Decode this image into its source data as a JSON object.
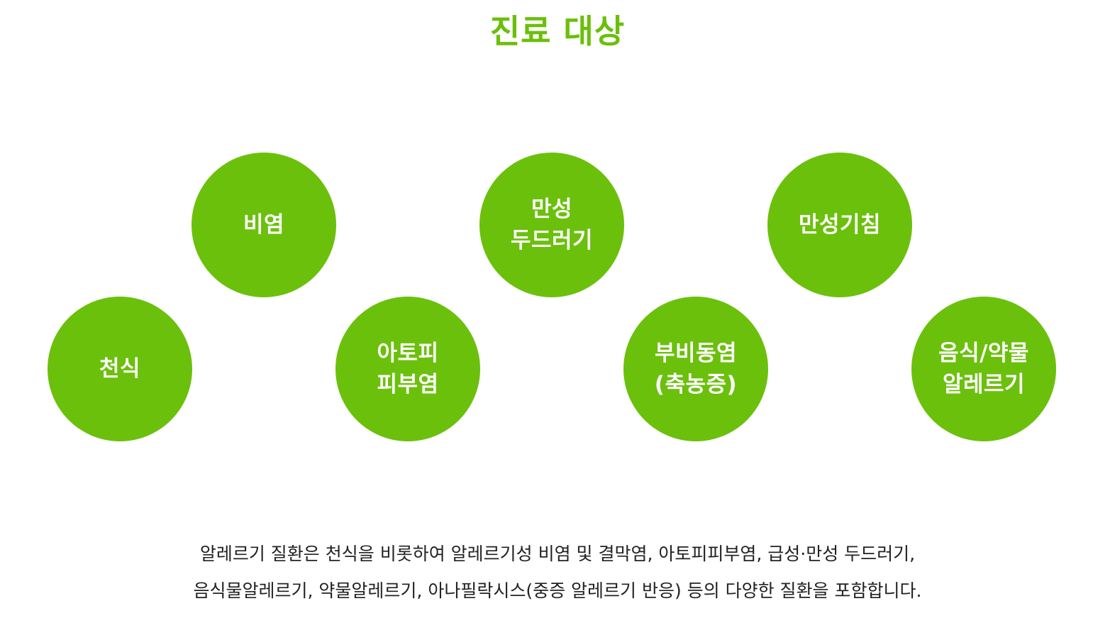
{
  "heading": "진료 대상",
  "targets": [
    {
      "label": "천식"
    },
    {
      "label": "비염"
    },
    {
      "label": "아토피\n피부염"
    },
    {
      "label": "만성\n두드러기"
    },
    {
      "label": "부비동염\n(축농증)"
    },
    {
      "label": "만성기침"
    },
    {
      "label": "음식/약물\n알레르기"
    }
  ],
  "colors": {
    "accent": "#6bc00c",
    "heading": "#6bbf0b",
    "text": "#222222"
  },
  "description": {
    "line1": "알레르기 질환은 천식을 비롯하여 알레르기성 비염 및 결막염, 아토피피부염, 급성·만성 두드러기,",
    "line2": "음식물알레르기, 약물알레르기, 아나필락시스(중증 알레르기 반응) 등의 다양한 질환을 포함합니다."
  }
}
